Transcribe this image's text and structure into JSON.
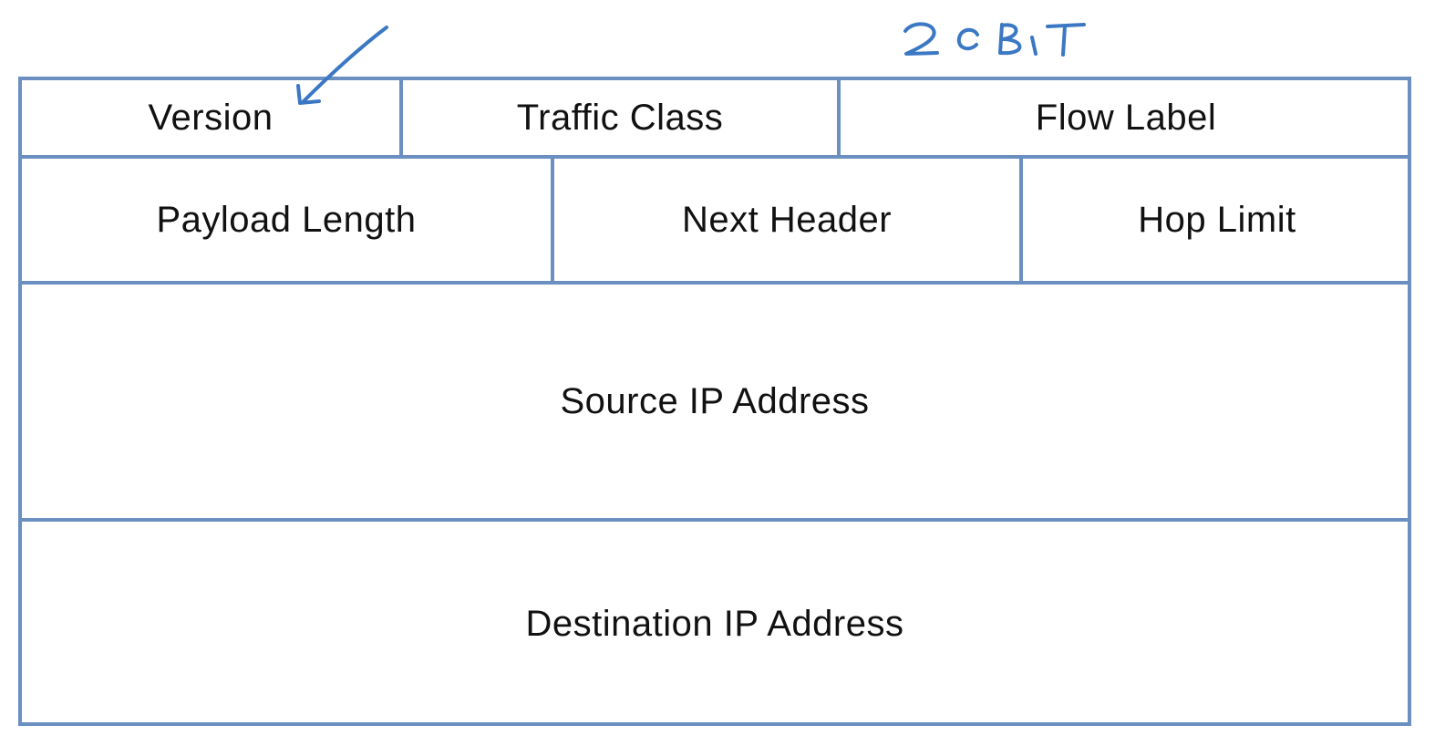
{
  "header_fields": {
    "row1": {
      "version": "Version",
      "traffic_class": "Traffic Class",
      "flow_label": "Flow Label"
    },
    "row2": {
      "payload_length": "Payload Length",
      "next_header": "Next Header",
      "hop_limit": "Hop Limit"
    },
    "source_address": "Source IP Address",
    "destination_address": "Destination IP Address"
  },
  "annotation": {
    "handwritten_note": "20BIT",
    "ink_color": "#3b78c4"
  },
  "colors": {
    "border": "#6a8fc0",
    "text": "#111111",
    "background": "#ffffff"
  }
}
